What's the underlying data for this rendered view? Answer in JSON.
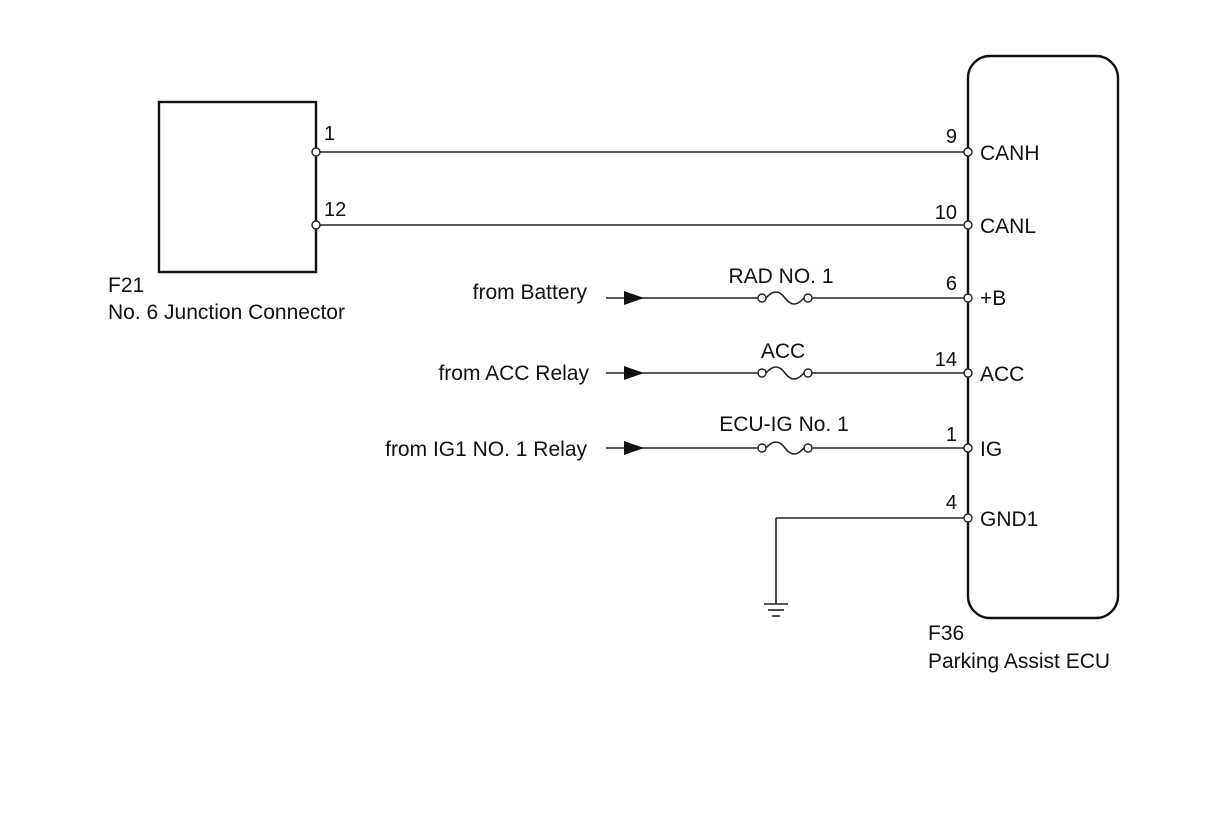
{
  "junction_connector": {
    "code": "F21",
    "name": "No. 6 Junction Connector"
  },
  "ecu": {
    "code": "F36",
    "name": "Parking Assist ECU"
  },
  "connections": [
    {
      "from_pin": "1",
      "to_pin": "9",
      "terminal": "CANH"
    },
    {
      "from_pin": "12",
      "to_pin": "10",
      "terminal": "CANL"
    }
  ],
  "supplies": [
    {
      "source": "from Battery",
      "fuse": "RAD NO. 1",
      "pin": "6",
      "terminal": "+B"
    },
    {
      "source": "from ACC Relay",
      "fuse": "ACC",
      "pin": "14",
      "terminal": "ACC"
    },
    {
      "source": "from IG1 NO. 1 Relay",
      "fuse": "ECU-IG No. 1",
      "pin": "1",
      "terminal": "IG"
    }
  ],
  "ground": {
    "pin": "4",
    "terminal": "GND1"
  }
}
